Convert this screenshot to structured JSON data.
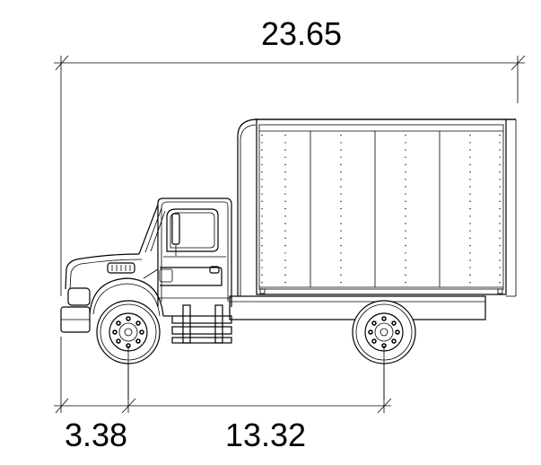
{
  "dimensions": {
    "overall_length": "23.65",
    "front_overhang": "3.38",
    "wheelbase": "13.32"
  },
  "colors": {
    "line": "#000000",
    "background": "#ffffff"
  }
}
